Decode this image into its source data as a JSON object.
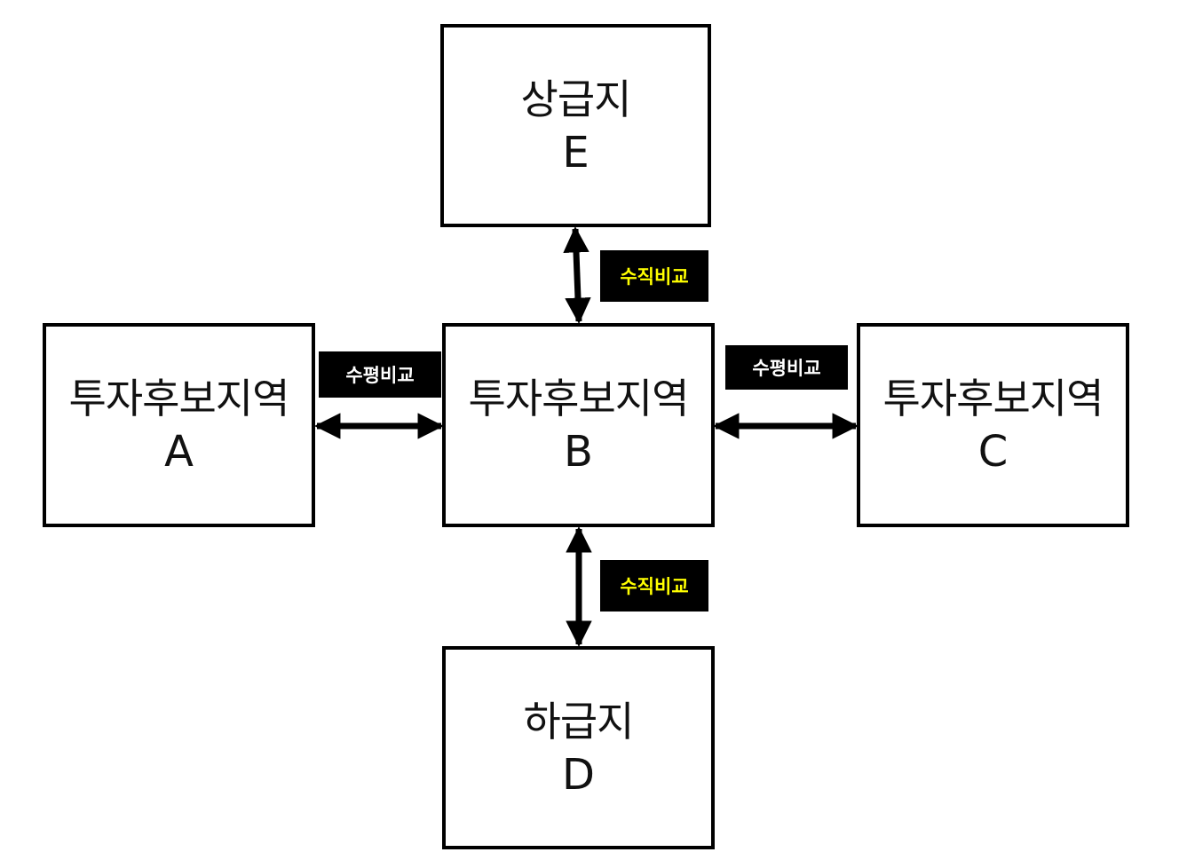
{
  "nodes": {
    "upper": {
      "title": "상급지",
      "letter": "E"
    },
    "left": {
      "title": "투자후보지역",
      "letter": "A"
    },
    "center": {
      "title": "투자후보지역",
      "letter": "B"
    },
    "right": {
      "title": "투자후보지역",
      "letter": "C"
    },
    "lower": {
      "title": "하급지",
      "letter": "D"
    }
  },
  "labels": {
    "vertical_top": "수직비교",
    "vertical_bottom": "수직비교",
    "horizontal_left": "수평비교",
    "horizontal_right": "수평비교"
  },
  "colors": {
    "vertical_label_text": "#ffff00",
    "horizontal_label_text": "#ffffff",
    "label_background": "#000000",
    "stroke": "#000000"
  }
}
